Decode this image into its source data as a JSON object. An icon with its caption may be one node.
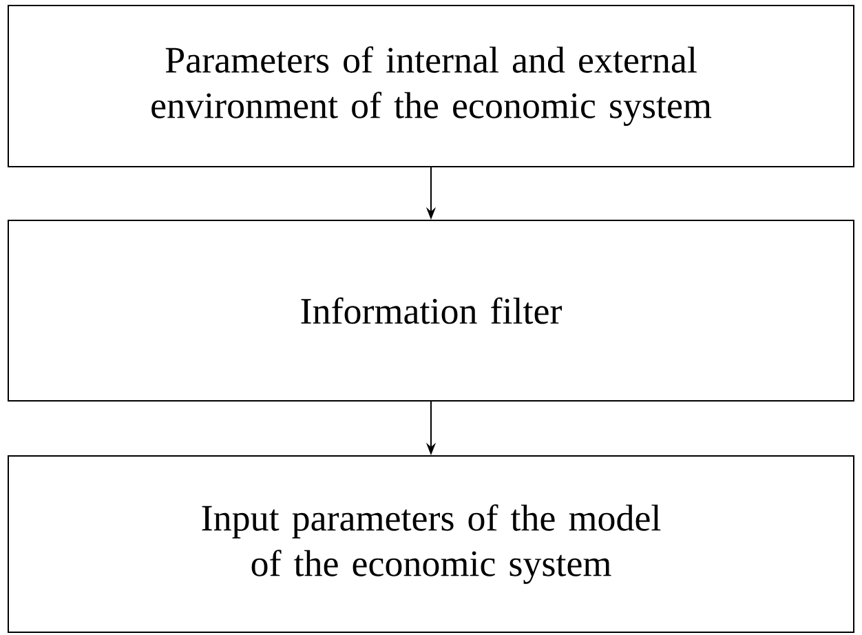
{
  "diagram": {
    "nodes": [
      {
        "text": [
          "Parameters of internal and external environment of the economic system"
        ]
      },
      {
        "text": [
          "Information filter"
        ]
      },
      {
        "text": [
          "Input parameters of the model of the economic system"
        ]
      }
    ],
    "edges": [
      {
        "from": 0,
        "to": 1,
        "arrow": "to"
      },
      {
        "from": 1,
        "to": 2,
        "arrow": "to"
      }
    ]
  }
}
